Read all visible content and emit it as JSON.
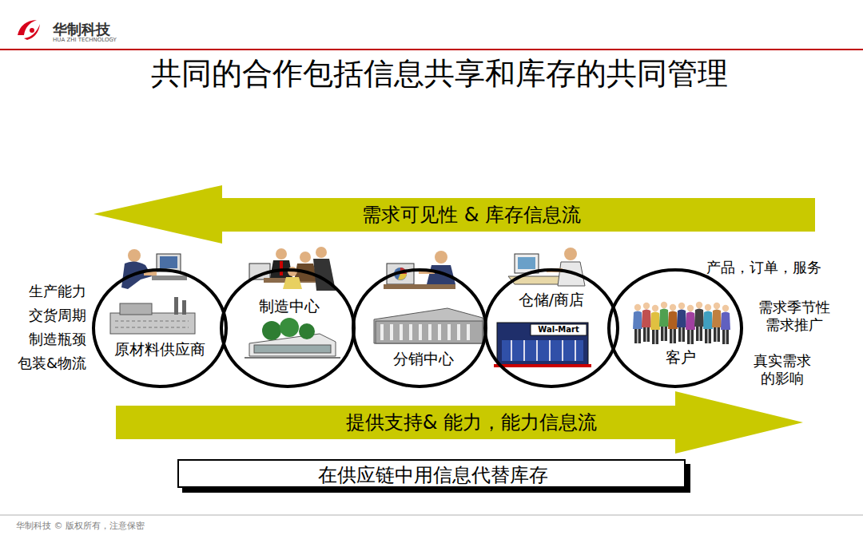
{
  "diagram": {
    "title": "共同的合作包括信息共享和库存的共同管理",
    "nodes": [
      {
        "text": [
          "需求可见性 & 库存信息流"
        ]
      },
      {
        "text": [
          "原材料供应商"
        ]
      },
      {
        "text": [
          "制造中心"
        ]
      },
      {
        "text": [
          "分销中心"
        ]
      },
      {
        "text": [
          "仓储/商店"
        ]
      },
      {
        "text": [
          "客户"
        ]
      },
      {
        "text": [
          "提供支持& 能力，能力信息流"
        ]
      },
      {
        "text": [
          "在供应链中用信息代替库存"
        ]
      }
    ],
    "labels": [
      "华制科技",
      "HUA ZHI TECHNOLOGY",
      "生产能力",
      "交货周期",
      "制造瓶颈",
      "包装&物流",
      "产品，订单，服务",
      "需求季节性 需求推广",
      "真实需求 的影响",
      "Wal-Mart",
      "华制科技 © 版权所有，注意保密"
    ]
  }
}
